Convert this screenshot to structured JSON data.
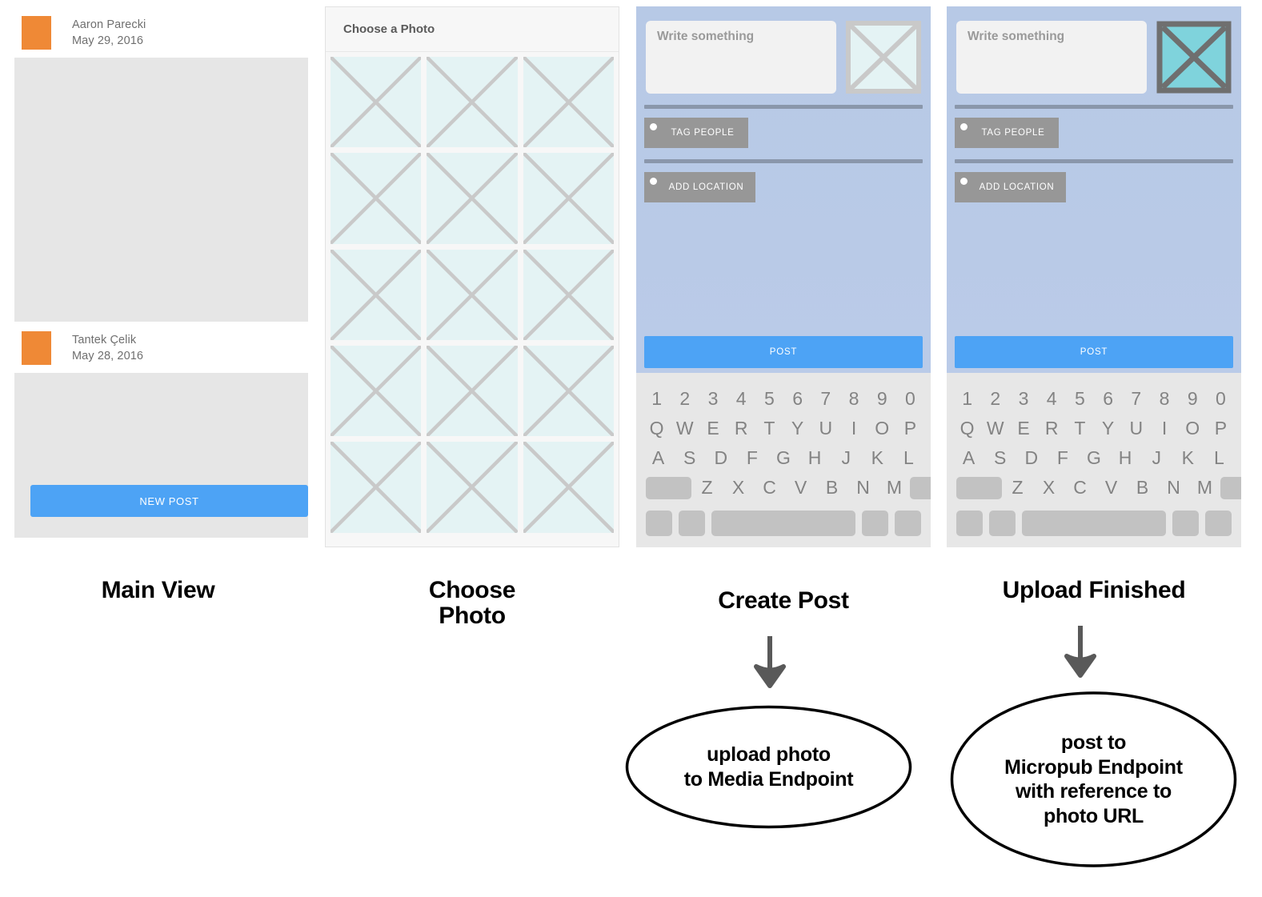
{
  "panels": {
    "main_view": {
      "caption": "Main View",
      "posts": [
        {
          "author": "Aaron Parecki",
          "date": "May 29, 2016",
          "avatar_color": "#ef8936"
        },
        {
          "author": "Tantek Çelik",
          "date": "May 28, 2016",
          "avatar_color": "#ef8936"
        }
      ],
      "new_post_label": "NEW POST"
    },
    "choose_photo": {
      "caption": "Choose\nPhoto",
      "caption_line1": "Choose",
      "caption_line2": "Photo",
      "title": "Choose a Photo",
      "grid_columns": 3,
      "grid_rows": 5,
      "cell_count": 15,
      "cell_fill": "#e4f3f4",
      "cell_stroke": "#c9c9c9"
    },
    "create_post": {
      "caption": "Create Post",
      "compose_placeholder": "Write something",
      "tag_people_label": "TAG PEOPLE",
      "add_location_label": "ADD LOCATION",
      "post_label": "POST",
      "thumbnail_state": "empty",
      "thumbnail_fill": "#e4f3f4",
      "thumbnail_stroke": "#c9c9c9"
    },
    "upload_finished": {
      "caption": "Upload Finished",
      "compose_placeholder": "Write something",
      "tag_people_label": "TAG PEOPLE",
      "add_location_label": "ADD LOCATION",
      "post_label": "POST",
      "thumbnail_state": "uploaded",
      "thumbnail_fill": "#7fd3dc",
      "thumbnail_stroke": "#6f6f6f"
    }
  },
  "keyboard": {
    "row_numbers": [
      "1",
      "2",
      "3",
      "4",
      "5",
      "6",
      "7",
      "8",
      "9",
      "0"
    ],
    "row_top": [
      "Q",
      "W",
      "E",
      "R",
      "T",
      "Y",
      "U",
      "I",
      "O",
      "P"
    ],
    "row_home": [
      "A",
      "S",
      "D",
      "F",
      "G",
      "H",
      "J",
      "K",
      "L"
    ],
    "row_bottom": [
      "Z",
      "X",
      "C",
      "V",
      "B",
      "N",
      "M"
    ],
    "shift_key": "shift",
    "backspace_key": "backspace",
    "space_key": "space"
  },
  "callouts": {
    "media_endpoint": {
      "line1": "upload photo",
      "line2": "to Media Endpoint"
    },
    "micropub_endpoint": {
      "line1": "post to",
      "line2": "Micropub Endpoint",
      "line3": "with reference to",
      "line4": "photo URL"
    }
  },
  "colors": {
    "accent_blue": "#4da3f5",
    "avatar_orange": "#ef8936",
    "phone_bg_top": "#b7c9e6",
    "phone_bg_bottom": "#bccdea",
    "button_gray": "#979797",
    "divider": "#8a97ab",
    "keyboard_bg": "#e7e7e7",
    "key_gray": "#c2c2c2",
    "arrow_gray": "#595959"
  }
}
